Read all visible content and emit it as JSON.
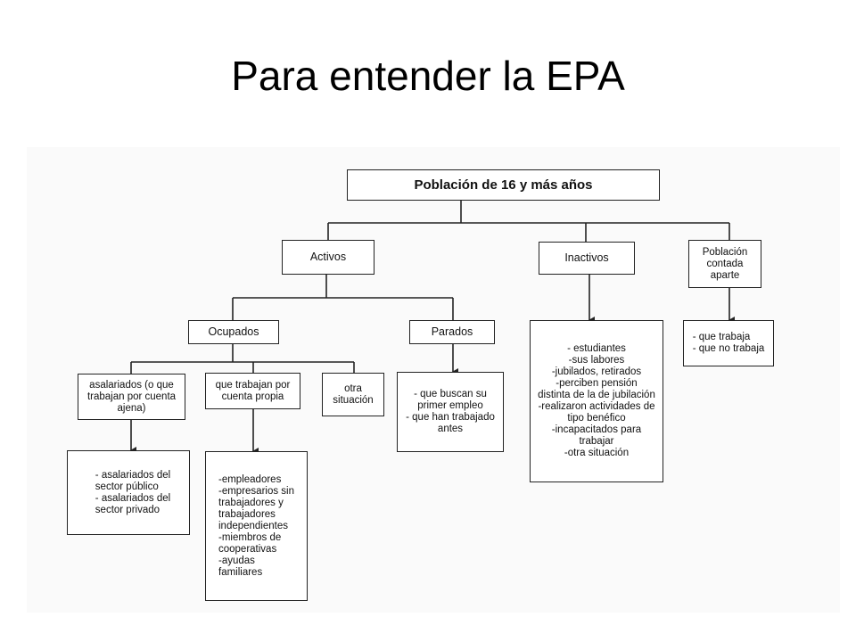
{
  "title": "Para entender la EPA",
  "nodes": {
    "root": "Población de 16 y más años",
    "activos": "Activos",
    "inactivos": "Inactivos",
    "aparte": "Población\ncontada\naparte",
    "ocupados": "Ocupados",
    "parados": "Parados",
    "asalariados": "asalariados (o que\ntrabajan por cuenta\najena)",
    "cuenta_propia": "que trabajan por\ncuenta propia",
    "otra_situacion": "otra\nsituación",
    "parados_detalle": "- que buscan su\nprimer empleo\n- que han trabajado\nantes",
    "inactivos_detalle": "- estudiantes\n-sus labores\n-jubilados, retirados\n-perciben pensión\ndistinta de la de jubilación\n-realizaron actividades de\ntipo benéfico\n-incapacitados para\ntrabajar\n-otra situación",
    "aparte_detalle": "- que trabaja\n- que no trabaja",
    "asalariados_detalle": "- asalariados del\nsector público\n- asalariados del\nsector privado",
    "cuenta_propia_detalle": "-empleadores\n-empresarios sin\ntrabajadores y\ntrabajadores\nindependientes\n-miembros de\ncooperativas\n-ayudas\nfamiliares"
  }
}
